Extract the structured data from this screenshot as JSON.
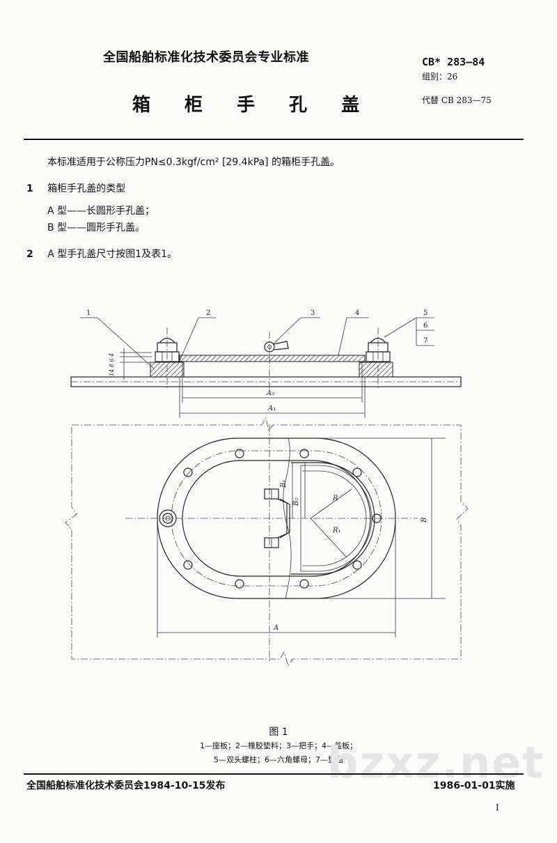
{
  "header": {
    "org": "全国船舶标准化技术委员会专业标准",
    "title": "箱 柜 手 孔 盖",
    "std_no": "CB* 283—84",
    "group": "组别：26",
    "replaces": "代替 CB 283—75"
  },
  "body": {
    "intro": "本标准适用于公称压力PN≤0.3kgf/cm² [29.4kPa] 的箱柜手孔盖。",
    "s1_num": "1",
    "s1_title": "箱柜手孔盖的类型",
    "type_a": "A 型——长圆形手孔盖；",
    "type_b": "B 型——圆形手孔盖。",
    "s2_num": "2",
    "s2_text": "A 型手孔盖尺寸按图1及表1。"
  },
  "figure": {
    "callouts": [
      "1",
      "2",
      "3",
      "4",
      "5",
      "6",
      "7"
    ],
    "dim_labels": {
      "a2": "A₂",
      "a1": "A₁",
      "a": "A",
      "b": "B",
      "b1": "B₁",
      "b2": "B₂",
      "r": "R",
      "r1": "R₁",
      "heights": "14 8 6 4"
    },
    "caption": "图 1",
    "legend_line1": "1—座板；2—橡胶垫料；3—把手；4—盖板；",
    "legend_line2": "5—双头螺柱；6—六角螺母；7—垫圈"
  },
  "footer": {
    "issued": "全国船舶标准化技术委员会1984-10-15发布",
    "effective": "1986-01-01实施",
    "page": "I"
  },
  "watermark": "bzxz.net"
}
